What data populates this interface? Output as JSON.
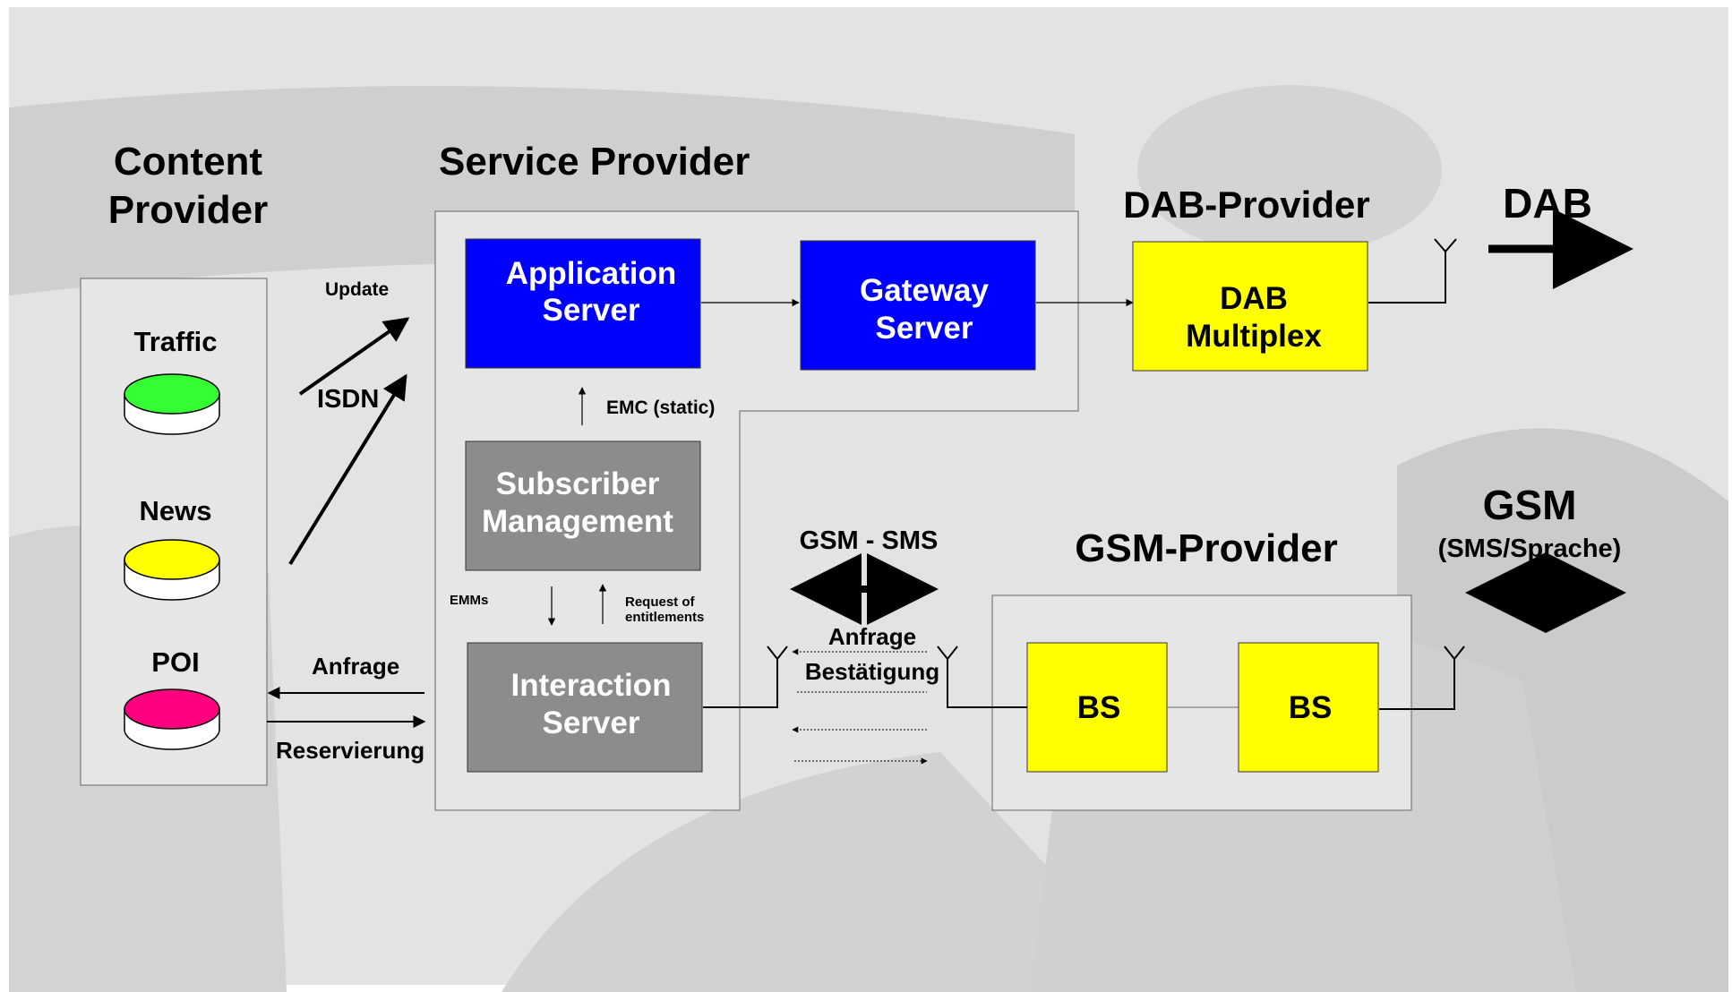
{
  "headers": {
    "content_provider_line1": "Content",
    "content_provider_line2": "Provider",
    "service_provider": "Service Provider",
    "dab_provider": "DAB-Provider",
    "dab": "DAB",
    "gsm_provider": "GSM-Provider",
    "gsm": "GSM",
    "gsm_sub": "(SMS/Sprache)"
  },
  "content_sources": [
    {
      "label": "Traffic",
      "color": "#33ff33"
    },
    {
      "label": "News",
      "color": "#ffff00"
    },
    {
      "label": "POI",
      "color": "#ff0080"
    }
  ],
  "boxes": {
    "application_server": {
      "line1": "Application",
      "line2": "Server",
      "color": "#0000ff"
    },
    "gateway_server": {
      "line1": "Gateway",
      "line2": "Server",
      "color": "#0000ff"
    },
    "subscriber_management": {
      "line1": "Subscriber",
      "line2": "Management",
      "color": "#8c8c8c"
    },
    "interaction_server": {
      "line1": "Interaction",
      "line2": "Server",
      "color": "#8c8c8c"
    },
    "dab_multiplex": {
      "line1": "DAB",
      "line2": "Multiplex",
      "color": "#ffff00"
    },
    "bs_1": {
      "label": "BS",
      "color": "#ffff00"
    },
    "bs_2": {
      "label": "BS",
      "color": "#ffff00"
    }
  },
  "labels": {
    "update": "Update",
    "isdn": "ISDN",
    "emc_static": "EMC (static)",
    "emms": "EMMs",
    "request_line1": "Request of",
    "request_line2": "entitlements",
    "anfrage_left": "Anfrage",
    "reservierung": "Reservierung",
    "gsm_sms": "GSM - SMS",
    "anfrage_mid": "Anfrage",
    "bestaetigung": "Bestätigung"
  }
}
